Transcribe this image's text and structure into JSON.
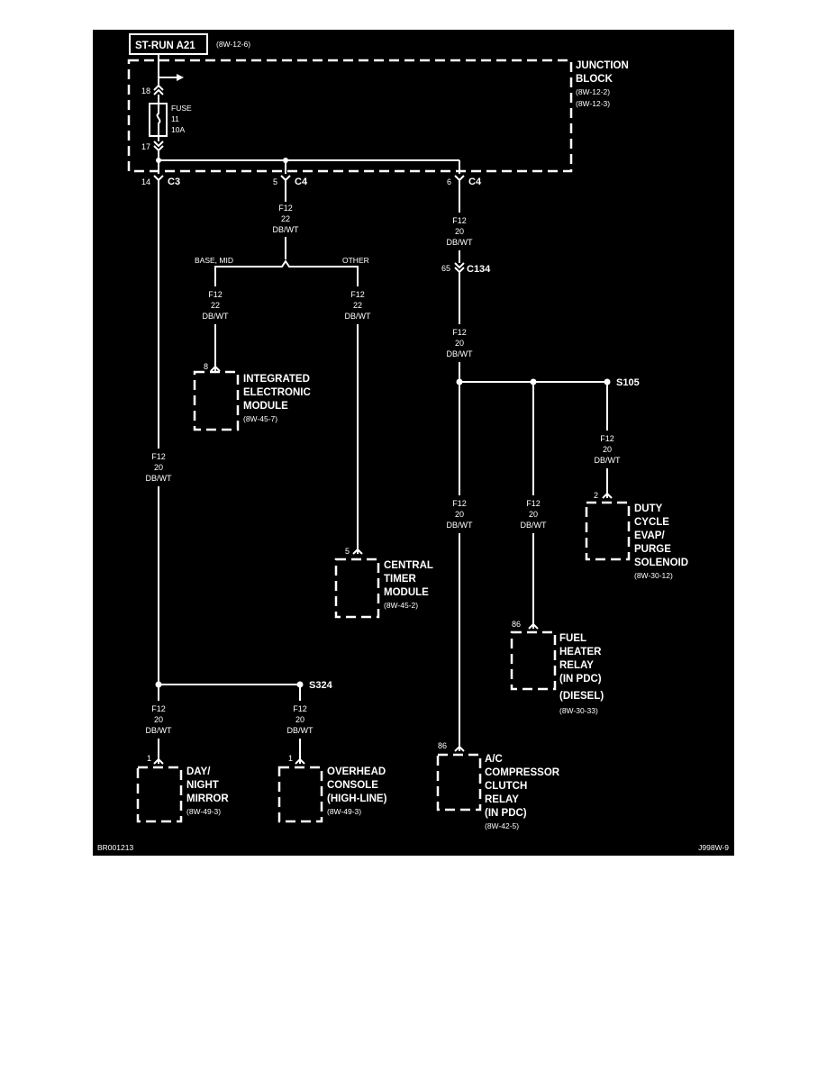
{
  "colors": {
    "background": "#000000",
    "ink": "#ffffff",
    "page": "#ffffff"
  },
  "source": {
    "label": "ST-RUN A21",
    "ref": "(8W-12-6)"
  },
  "junction_block": {
    "label_line1": "JUNCTION",
    "label_line2": "BLOCK",
    "ref1": "(8W-12-2)",
    "ref2": "(8W-12-3)"
  },
  "fuse": {
    "line1": "FUSE",
    "line2": "11",
    "line3": "10A",
    "pin_in": "18",
    "pin_out": "17"
  },
  "connectors": {
    "c3": {
      "name": "C3",
      "pin": "14"
    },
    "c4a": {
      "name": "C4",
      "pin": "5"
    },
    "c4b": {
      "name": "C4",
      "pin": "6"
    },
    "c134": {
      "name": "C134",
      "pin": "65"
    }
  },
  "splices": {
    "s105": "S105",
    "s324": "S324"
  },
  "wire": {
    "circuit": "F12",
    "gauge20": "20",
    "gauge22": "22",
    "color": "DB/WT"
  },
  "branches": {
    "base_mid": "BASE, MID",
    "other": "OTHER"
  },
  "components": {
    "iem": {
      "pin": "8",
      "line1": "INTEGRATED",
      "line2": "ELECTRONIC",
      "line3": "MODULE",
      "ref": "(8W-45-7)"
    },
    "ctm": {
      "pin": "5",
      "line1": "CENTRAL",
      "line2": "TIMER",
      "line3": "MODULE",
      "ref": "(8W-45-2)"
    },
    "evap": {
      "pin": "2",
      "line1": "DUTY",
      "line2": "CYCLE",
      "line3": "EVAP/",
      "line4": "PURGE",
      "line5": "SOLENOID",
      "ref": "(8W-30-12)"
    },
    "fuel": {
      "pin": "86",
      "line1": "FUEL",
      "line2": "HEATER",
      "line3": "RELAY",
      "line4": "(IN PDC)",
      "line5": "(DIESEL)",
      "ref": "(8W-30-33)"
    },
    "ac": {
      "pin": "86",
      "line1": "A/C",
      "line2": "COMPRESSOR",
      "line3": "CLUTCH",
      "line4": "RELAY",
      "line5": "(IN PDC)",
      "ref": "(8W-42-5)"
    },
    "mirror": {
      "pin": "1",
      "line1": "DAY/",
      "line2": "NIGHT",
      "line3": "MIRROR",
      "ref": "(8W-49-3)"
    },
    "console": {
      "pin": "1",
      "line1": "OVERHEAD",
      "line2": "CONSOLE",
      "line3": "(HIGH-LINE)",
      "ref": "(8W-49-3)"
    }
  },
  "footer": {
    "left_id": "BR001213",
    "right_id": "J998W-9"
  }
}
